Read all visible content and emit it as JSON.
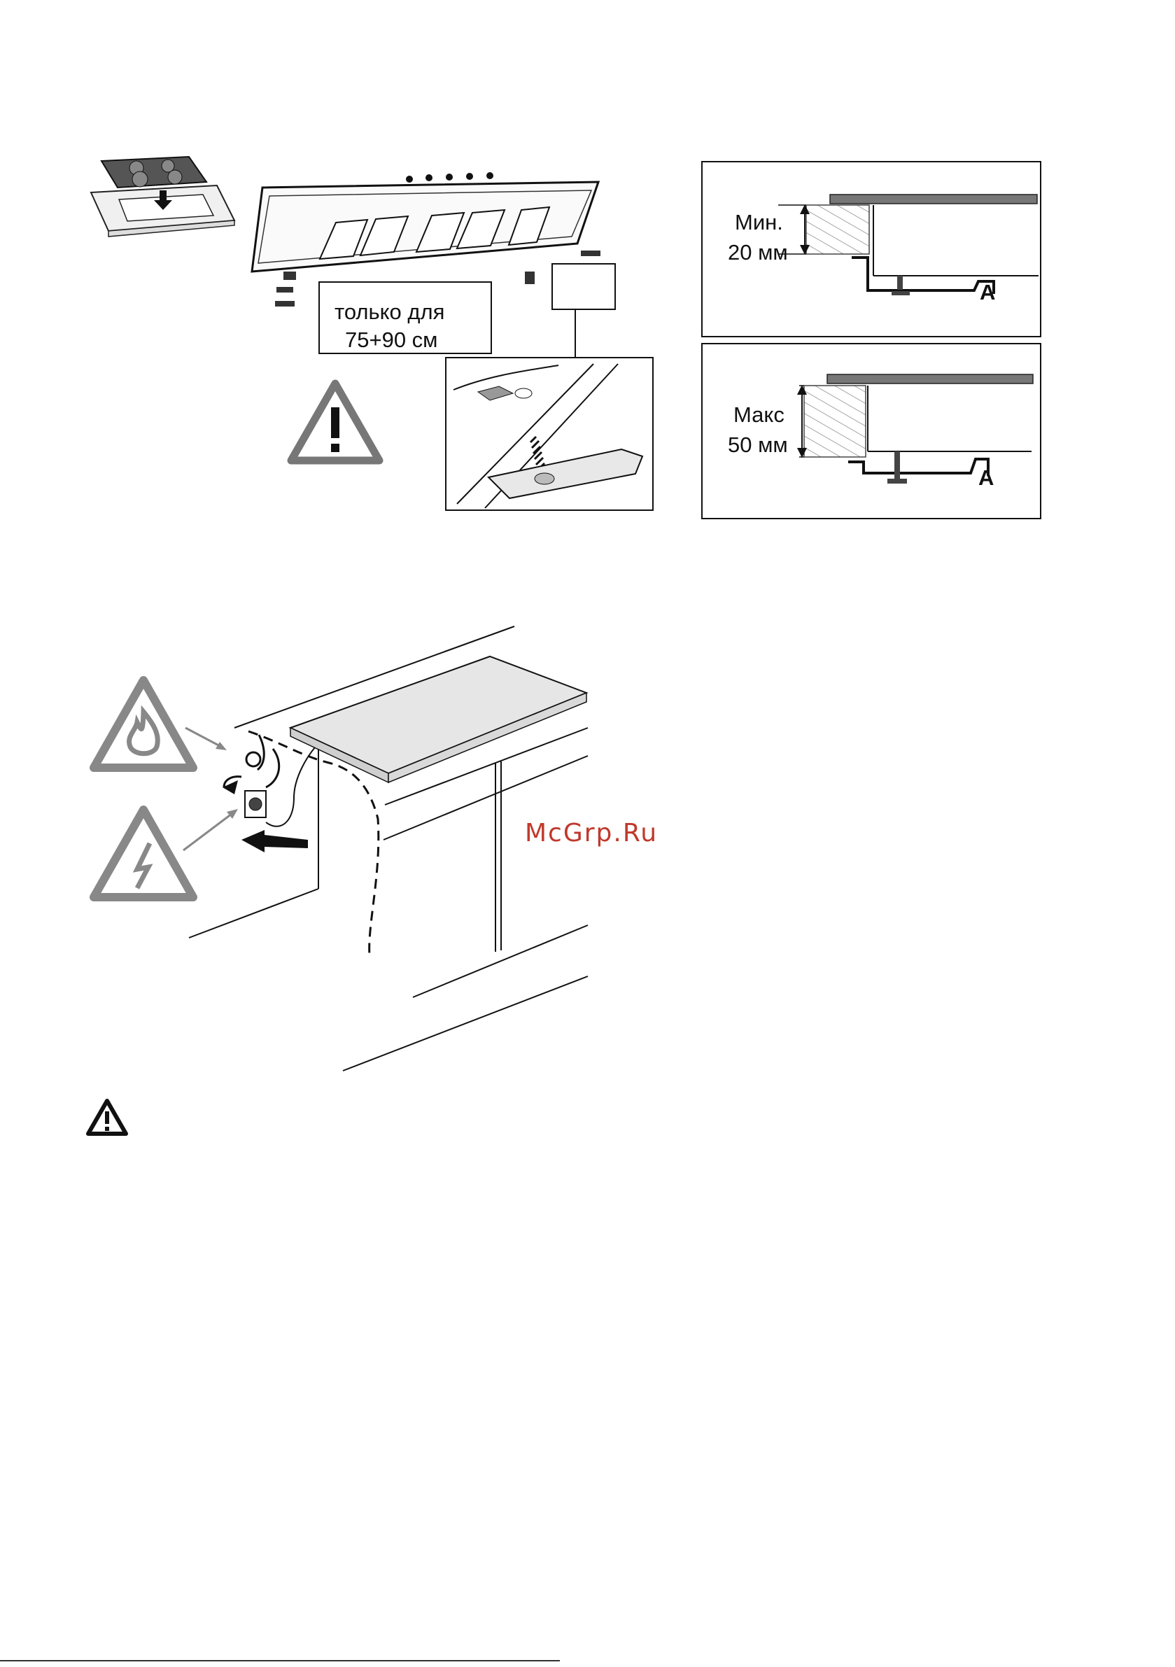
{
  "figure1": {
    "note_line1": "только для",
    "note_line2": "75+90 см"
  },
  "figure2_min": {
    "label_line1": "Мин.",
    "label_line2": "20 мм",
    "marker": "A"
  },
  "figure2_max": {
    "label_line1": "Макс",
    "label_line2": "50 мм",
    "marker": "A"
  },
  "watermark": "McGrp.Ru",
  "icons": {
    "warning": "warning-triangle-icon",
    "gas": "flame-warning-icon",
    "electric": "electric-warning-icon"
  }
}
